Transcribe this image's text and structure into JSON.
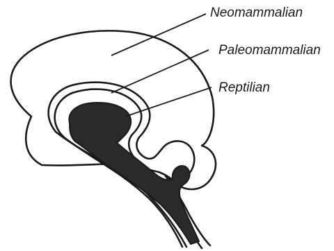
{
  "diagram": {
    "labels": {
      "neomammalian": "Neomammalian",
      "paleomammalian": "Paleomammalian",
      "reptilian": "Reptilian"
    }
  }
}
